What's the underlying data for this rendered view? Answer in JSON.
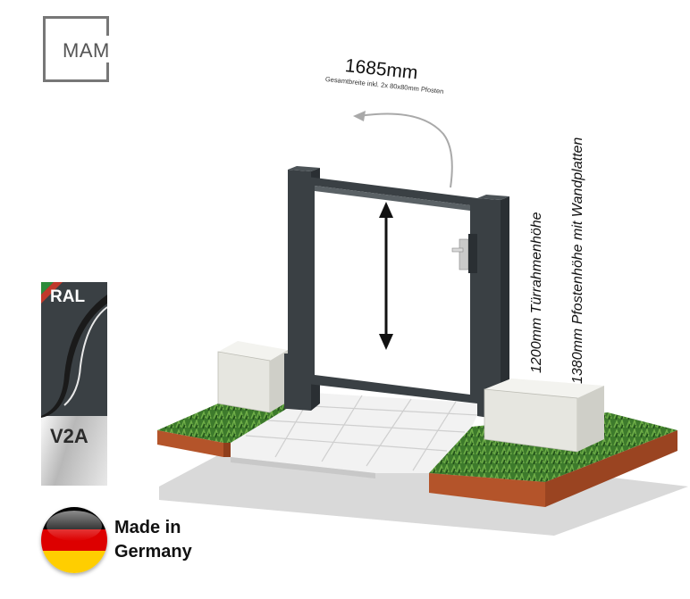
{
  "logo": {
    "text": "MAM"
  },
  "dimensions": {
    "total_width": "1685mm",
    "total_width_note": "Gesamtbreite  inkl. 2x 80x80mm Pfosten",
    "frame_height": "1200mm Türrahmenhöhe",
    "post_height": "1380mm Pfostenhöhe mit Wandplatten"
  },
  "badges": {
    "ral": "RAL",
    "material": "V2A"
  },
  "origin": {
    "line1": "Made in",
    "line2": "Germany"
  },
  "colors": {
    "frame": "#3a4044",
    "grass": "#3f7a2e",
    "corten": "#b4542a",
    "tiles": "#f2f2f2",
    "wall_block": "#e6e6e0"
  }
}
